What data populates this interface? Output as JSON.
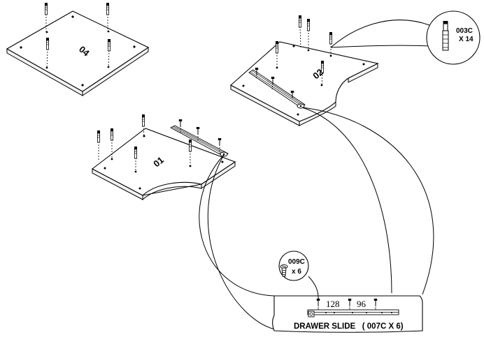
{
  "panels": {
    "p04": {
      "label": "04"
    },
    "p02": {
      "label": "02"
    },
    "p01": {
      "label": "01"
    }
  },
  "callouts": {
    "dowel": {
      "code": "003C",
      "qty": "X 14"
    },
    "screw": {
      "code": "009C",
      "qty": "x 6"
    }
  },
  "drawer_slide": {
    "dim_a": "128",
    "dim_b": "96",
    "caption": "DRAWER SLIDE   ( 007C X 6)"
  },
  "colors": {
    "line": "#000000",
    "background": "#ffffff"
  }
}
